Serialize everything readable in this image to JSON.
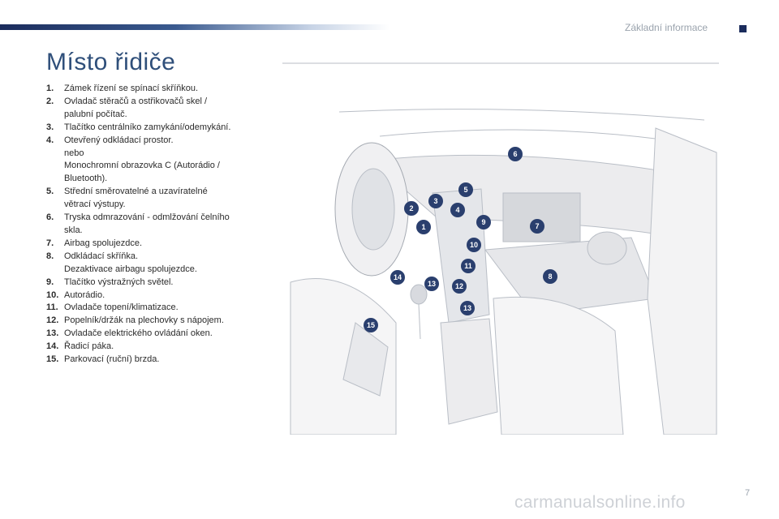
{
  "header": {
    "section_title": "Základní informace"
  },
  "page": {
    "title": "Místo řidiče",
    "number": "7"
  },
  "legend": [
    {
      "num": "1.",
      "text": "Zámek řízení se spínací skříňkou."
    },
    {
      "num": "2.",
      "text": "Ovladač stěračů a ostřikovačů skel /\npalubní počítač."
    },
    {
      "num": "3.",
      "text": "Tlačítko centrálníko zamykání/odemykání."
    },
    {
      "num": "4.",
      "text": "Otevřený odkládací prostor.\nnebo\nMonochromní obrazovka C (Autorádio /\nBluetooth)."
    },
    {
      "num": "5.",
      "text": "Střední směrovatelné a uzavíratelné\nvětrací výstupy."
    },
    {
      "num": "6.",
      "text": "Tryska odmrazování - odmlžování čelního\nskla."
    },
    {
      "num": "7.",
      "text": "Airbag spolujezdce."
    },
    {
      "num": "8.",
      "text": "Odkládací skříňka.\nDezaktivace airbagu spolujezdce."
    },
    {
      "num": "9.",
      "text": "Tlačítko výstražných světel."
    },
    {
      "num": "10.",
      "text": "Autorádio."
    },
    {
      "num": "11.",
      "text": "Ovladače topení/klimatizace."
    },
    {
      "num": "12.",
      "text": "Popelník/držák na plechovky s nápojem."
    },
    {
      "num": "13.",
      "text": "Ovladače elektrického ovládání oken."
    },
    {
      "num": "14.",
      "text": "Řadicí páka."
    },
    {
      "num": "15.",
      "text": "Parkovací (ruční) brzda."
    }
  ],
  "callouts": [
    "1",
    "2",
    "3",
    "4",
    "5",
    "6",
    "7",
    "8",
    "9",
    "10",
    "11",
    "12",
    "13",
    "13",
    "14",
    "15"
  ],
  "watermark": "carmanualsonline.info",
  "colors": {
    "accent": "#1b2c5c",
    "title": "#2f4f7a",
    "callout_fill": "#2a3f6e"
  }
}
